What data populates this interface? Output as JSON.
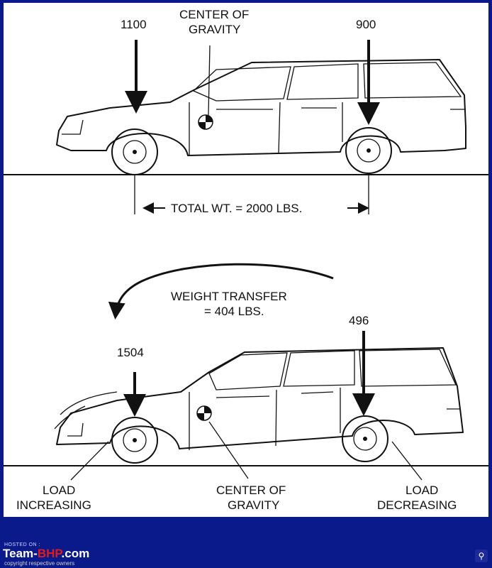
{
  "top": {
    "front_load": "1100",
    "cg_line1": "CENTER OF",
    "cg_line2": "GRAVITY",
    "rear_load": "900",
    "total_weight": "TOTAL WT. = 2000 LBS."
  },
  "bottom": {
    "transfer_line1": "WEIGHT TRANSFER",
    "transfer_line2": "= 404 LBS.",
    "front_load": "1504",
    "rear_load": "496",
    "load_increasing_line1": "LOAD",
    "load_increasing_line2": "INCREASING",
    "cg_line1": "CENTER OF",
    "cg_line2": "GRAVITY",
    "load_decreasing_line1": "LOAD",
    "load_decreasing_line2": "DECREASING"
  },
  "footer": {
    "hosted_on": "HOSTED ON :",
    "brand_part1": "Team-",
    "brand_part2": "BHP",
    "brand_part3": ".com",
    "copyright": "copyright respective owners",
    "zoom_icon": "magnifier-icon"
  }
}
